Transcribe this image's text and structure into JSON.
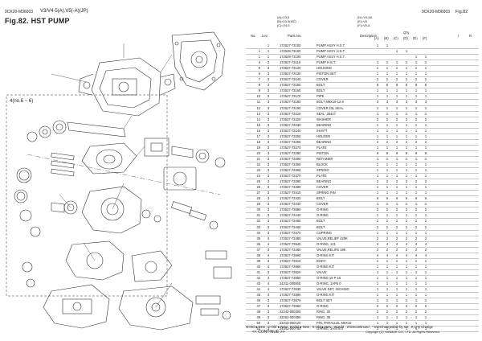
{
  "header": {
    "code": "9CK20-M36003",
    "model": "V3/V4-5(A),V5(-A)(JP)",
    "fig": "Fig.82.  HST PUMP",
    "right_code": "9CK20-M36003",
    "right_fig": "Fig.82"
  },
  "legend": [
    "(A)=V3-5",
    "(B)=V3-5(MC)",
    "(C)=V4-5"
  ],
  "legend2": [
    "(D)=V4-5A",
    "(E)=V5",
    "(F)=V5-A"
  ],
  "diagram": {
    "callout": "4(no.6 ~ 6)"
  },
  "columns": {
    "no": "No.",
    "lev": "Lev.",
    "part": "Parts No.",
    "desc": "Description",
    "qty": "Q'ty",
    "a": "(A)",
    "b": "(B)",
    "c": "(C)",
    "d": "(D)",
    "e": "(E)",
    "f": "(F)",
    "i": "I",
    "r": "R"
  },
  "rows": [
    {
      "no": "",
      "lev": "1",
      "part": "172527-73100",
      "desc": "PUMP ASSY H.S.T.",
      "a": "1",
      "b": "1",
      "c": "",
      "d": "",
      "e": "",
      "f": ""
    },
    {
      "no": "1",
      "lev": "1",
      "part": "172528-73100",
      "desc": "PUMP ASSY H.S.T.",
      "a": "",
      "b": "",
      "c": "1",
      "d": "1",
      "e": "",
      "f": ""
    },
    {
      "no": "1",
      "lev": "1",
      "part": "172529-73100",
      "desc": "PUMP ASSY H.S.T.",
      "a": "",
      "b": "",
      "c": "",
      "d": "",
      "e": "1",
      "f": "1"
    },
    {
      "no": "4",
      "lev": "2",
      "part": "172527-73110",
      "desc": "PUMP H.S.T.",
      "a": "1",
      "b": "1",
      "c": "1",
      "d": "1",
      "e": "1",
      "f": "1"
    },
    {
      "no": "5",
      "lev": "3",
      "part": "172527-73120",
      "desc": "HOUSING",
      "a": "1",
      "b": "1",
      "c": "1",
      "d": "1",
      "e": "1",
      "f": "1"
    },
    {
      "no": "6",
      "lev": "3",
      "part": "172527-73130",
      "desc": "PISTON SET",
      "a": "1",
      "b": "1",
      "c": "1",
      "d": "1",
      "e": "1",
      "f": "1"
    },
    {
      "no": "7",
      "lev": "3",
      "part": "172527-73140",
      "desc": "COVER",
      "a": "2",
      "b": "2",
      "c": "2",
      "d": "2",
      "e": "2",
      "f": "2"
    },
    {
      "no": "8",
      "lev": "3",
      "part": "172527-73150",
      "desc": "BOLT",
      "a": "8",
      "b": "8",
      "c": "8",
      "d": "8",
      "e": "8",
      "f": "8"
    },
    {
      "no": "9",
      "lev": "3",
      "part": "172527-73160",
      "desc": "BOLT",
      "a": "1",
      "b": "1",
      "c": "1",
      "d": "1",
      "e": "1",
      "f": "1"
    },
    {
      "no": "10",
      "lev": "3",
      "part": "172527-73170",
      "desc": "PIPE",
      "a": "1",
      "b": "1",
      "c": "1",
      "d": "1",
      "e": "1",
      "f": "1"
    },
    {
      "no": "11",
      "lev": "3",
      "part": "172527-73180",
      "desc": "BOLT M6X16-12.9",
      "a": "3",
      "b": "3",
      "c": "3",
      "d": "3",
      "e": "3",
      "f": "3"
    },
    {
      "no": "12",
      "lev": "3",
      "part": "172527-73190",
      "desc": "COVER,OIL SEAL",
      "a": "1",
      "b": "1",
      "c": "1",
      "d": "1",
      "e": "1",
      "f": "1"
    },
    {
      "no": "13",
      "lev": "3",
      "part": "172527-73210",
      "desc": "SEAL ,30427",
      "a": "1",
      "b": "1",
      "c": "1",
      "d": "1",
      "e": "1",
      "f": "1"
    },
    {
      "no": "14",
      "lev": "3",
      "part": "172527-73220",
      "desc": "WASHER",
      "a": "2",
      "b": "2",
      "c": "2",
      "d": "2",
      "e": "2",
      "f": "2"
    },
    {
      "no": "15",
      "lev": "3",
      "part": "172527-73230",
      "desc": "BEARING",
      "a": "1",
      "b": "1",
      "c": "1",
      "d": "1",
      "e": "1",
      "f": "1"
    },
    {
      "no": "16",
      "lev": "3",
      "part": "172527-73240",
      "desc": "SHAFT",
      "a": "1",
      "b": "1",
      "c": "1",
      "d": "1",
      "e": "1",
      "f": "1"
    },
    {
      "no": "17",
      "lev": "3",
      "part": "172527-73250",
      "desc": "HOLDER",
      "a": "1",
      "b": "1",
      "c": "1",
      "d": "1",
      "e": "1",
      "f": "1"
    },
    {
      "no": "18",
      "lev": "3",
      "part": "172527-73260",
      "desc": "BEARING",
      "a": "2",
      "b": "2",
      "c": "2",
      "d": "2",
      "e": "2",
      "f": "2"
    },
    {
      "no": "19",
      "lev": "3",
      "part": "172527-73270",
      "desc": "PLATE",
      "a": "1",
      "b": "1",
      "c": "1",
      "d": "1",
      "e": "1",
      "f": "1"
    },
    {
      "no": "20",
      "lev": "3",
      "part": "172527-73280",
      "desc": "PISTON",
      "a": "9",
      "b": "9",
      "c": "9",
      "d": "9",
      "e": "9",
      "f": "9"
    },
    {
      "no": "21",
      "lev": "3",
      "part": "172527-73290",
      "desc": "RETAINER",
      "a": "1",
      "b": "1",
      "c": "1",
      "d": "1",
      "e": "1",
      "f": "1"
    },
    {
      "no": "22",
      "lev": "3",
      "part": "172527-73350",
      "desc": "BLOCK",
      "a": "1",
      "b": "1",
      "c": "1",
      "d": "1",
      "e": "1",
      "f": "1"
    },
    {
      "no": "23",
      "lev": "3",
      "part": "172527-73360",
      "desc": "SPRING",
      "a": "1",
      "b": "1",
      "c": "1",
      "d": "1",
      "e": "1",
      "f": "1"
    },
    {
      "no": "24",
      "lev": "3",
      "part": "172527-73370",
      "desc": "PLATE",
      "a": "1",
      "b": "1",
      "c": "1",
      "d": "1",
      "e": "1",
      "f": "1"
    },
    {
      "no": "25",
      "lev": "3",
      "part": "172527-73380",
      "desc": "BEARING",
      "a": "2",
      "b": "2",
      "c": "2",
      "d": "2",
      "e": "2",
      "f": "2"
    },
    {
      "no": "26",
      "lev": "3",
      "part": "172527-73390",
      "desc": "COVER",
      "a": "1",
      "b": "1",
      "c": "1",
      "d": "1",
      "e": "1",
      "f": "1"
    },
    {
      "no": "27",
      "lev": "3",
      "part": "172527-73410",
      "desc": "SPRING PIN",
      "a": "1",
      "b": "1",
      "c": "1",
      "d": "1",
      "e": "1",
      "f": "1"
    },
    {
      "no": "28",
      "lev": "3",
      "part": "172527-73420",
      "desc": "BOLT",
      "a": "6",
      "b": "6",
      "c": "6",
      "d": "6",
      "e": "6",
      "f": "6"
    },
    {
      "no": "29",
      "lev": "3",
      "part": "172527-73430",
      "desc": "COVER",
      "a": "1",
      "b": "1",
      "c": "1",
      "d": "1",
      "e": "1",
      "f": "1"
    },
    {
      "no": "30",
      "lev": "3",
      "part": "172527-73580",
      "desc": "O-RING",
      "a": "2",
      "b": "2",
      "c": "2",
      "d": "2",
      "e": "2",
      "f": "2"
    },
    {
      "no": "31",
      "lev": "3",
      "part": "172527-73440",
      "desc": "O-RING",
      "a": "1",
      "b": "1",
      "c": "1",
      "d": "1",
      "e": "1",
      "f": "1"
    },
    {
      "no": "32",
      "lev": "3",
      "part": "172527-73450",
      "desc": "BOLT",
      "a": "2",
      "b": "2",
      "c": "2",
      "d": "2",
      "e": "2",
      "f": "2"
    },
    {
      "no": "33",
      "lev": "3",
      "part": "172527-73460",
      "desc": "BOLT",
      "a": "2",
      "b": "2",
      "c": "2",
      "d": "2",
      "e": "2",
      "f": "2"
    },
    {
      "no": "34",
      "lev": "3",
      "part": "172527-73470",
      "desc": "CUPRING",
      "a": "1",
      "b": "1",
      "c": "1",
      "d": "1",
      "e": "1",
      "f": "1"
    },
    {
      "no": "35",
      "lev": "4",
      "part": "172527-73480",
      "desc": "VALVE,RELIEF 420K",
      "a": "2",
      "b": "2",
      "c": "2",
      "d": "2",
      "e": "2",
      "f": "2"
    },
    {
      "no": "36",
      "lev": "4",
      "part": "172527-73540",
      "desc": "O-RING, 121",
      "a": "4",
      "b": "4",
      "c": "4",
      "d": "4",
      "e": "4",
      "f": "4"
    },
    {
      "no": "37",
      "lev": "3",
      "part": "172527-73480",
      "desc": "VALVE,RELIFE 18K",
      "a": "2",
      "b": "2",
      "c": "2",
      "d": "2",
      "e": "2",
      "f": "2"
    },
    {
      "no": "38",
      "lev": "4",
      "part": "172527-73590",
      "desc": "O-RING KIT",
      "a": "4",
      "b": "4",
      "c": "4",
      "d": "4",
      "e": "4",
      "f": "4"
    },
    {
      "no": "39",
      "lev": "3",
      "part": "172527-73510",
      "desc": "BODY",
      "a": "1",
      "b": "1",
      "c": "1",
      "d": "1",
      "e": "1",
      "f": "1"
    },
    {
      "no": "40",
      "lev": "4",
      "part": "172527-73860",
      "desc": "O-RING KIT",
      "a": "1",
      "b": "1",
      "c": "1",
      "d": "1",
      "e": "1",
      "f": "1"
    },
    {
      "no": "41",
      "lev": "3",
      "part": "172527-73520",
      "desc": "VALVE",
      "a": "1",
      "b": "1",
      "c": "1",
      "d": "1",
      "e": "1",
      "f": "1"
    },
    {
      "no": "42",
      "lev": "4",
      "part": "172527-73650",
      "desc": "O-RING 18 P 18",
      "a": "1",
      "b": "1",
      "c": "1",
      "d": "1",
      "e": "1",
      "f": "1"
    },
    {
      "no": "43",
      "lev": "4",
      "part": "24311-000060",
      "desc": "O-RING, 1AP6.0",
      "a": "1",
      "b": "1",
      "c": "1",
      "d": "1",
      "e": "1",
      "f": "1"
    },
    {
      "no": "44",
      "lev": "4",
      "part": "172527-73530",
      "desc": "VALVE SET, INCHING",
      "a": "1",
      "b": "1",
      "c": "1",
      "d": "1",
      "e": "1",
      "f": "1"
    },
    {
      "no": "45",
      "lev": "4",
      "part": "172527-73890",
      "desc": "O-RING KIT",
      "a": "1",
      "b": "1",
      "c": "1",
      "d": "1",
      "e": "1",
      "f": "1"
    },
    {
      "no": "46",
      "lev": "3",
      "part": "172527-73570",
      "desc": "BOLT SET",
      "a": "1",
      "b": "1",
      "c": "1",
      "d": "1",
      "e": "1",
      "f": "1"
    },
    {
      "no": "47",
      "lev": "3",
      "part": "172527-73560",
      "desc": "O-RING",
      "a": "2",
      "b": "2",
      "c": "2",
      "d": "2",
      "e": "2",
      "f": "2"
    },
    {
      "no": "48",
      "lev": "3",
      "part": "22242-000300",
      "desc": "RING, 30",
      "a": "2",
      "b": "2",
      "c": "2",
      "d": "2",
      "e": "2",
      "f": "2"
    },
    {
      "no": "49",
      "lev": "3",
      "part": "22252-000350",
      "desc": "RING, 35",
      "a": "1",
      "b": "1",
      "c": "1",
      "d": "1",
      "e": "1",
      "f": "1"
    },
    {
      "no": "50",
      "lev": "3",
      "part": "22313-060120",
      "desc": "PIN, PARALLEL M6X10",
      "a": "1",
      "b": "1",
      "c": "1",
      "d": "1",
      "e": "1",
      "f": "1"
    },
    {
      "no": "51",
      "lev": "3",
      "part": "24341-000750",
      "desc": "O-RING, 1AS75.0",
      "a": "1",
      "b": "1",
      "c": "1",
      "d": "1",
      "e": "1",
      "f": "1"
    }
  ],
  "footer": {
    "key": "N:Old ● New , O:Old ● New , R:Old ● New , S:Old ● New , W:Add , Z:Discontinued , *:Interchangeable by set , K:Q'ty Change",
    "continue": "<< CONTINUE >>",
    "copyright": "Copyright (C)  YANMAR CO., LTD. All Rights Reserved."
  }
}
